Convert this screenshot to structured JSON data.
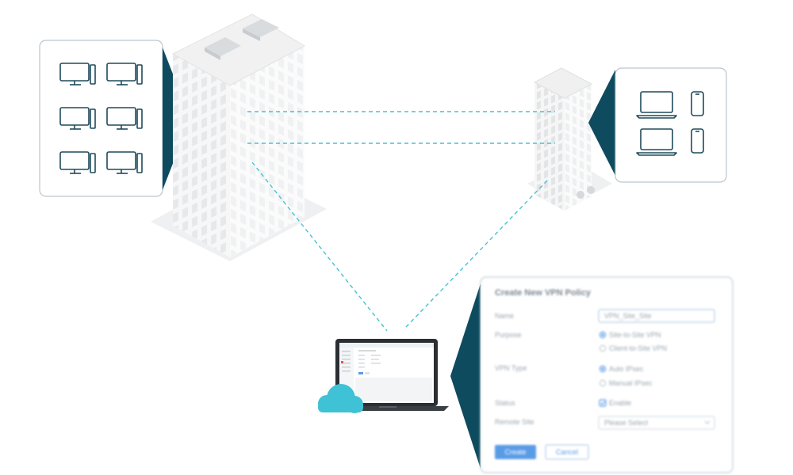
{
  "diagram": {
    "colors": {
      "accent_link": "#45c2d3",
      "callout_dark": "#0e4b5f",
      "cloud": "#3fc1d6",
      "device_stroke": "#1f4a5c",
      "panel_border": "#b9c6ce"
    },
    "sites": [
      {
        "id": "headquarters",
        "building": "tall-office-building",
        "devices": [
          "desktop-icon",
          "desktop-icon",
          "desktop-icon",
          "desktop-icon",
          "desktop-icon",
          "desktop-icon"
        ]
      },
      {
        "id": "branch-office",
        "building": "small-office-building",
        "devices": [
          "laptop-icon",
          "phone-icon",
          "laptop-icon",
          "phone-icon"
        ]
      }
    ],
    "links": [
      "site-to-site-tunnel-1",
      "site-to-site-tunnel-2",
      "hq-to-controller",
      "branch-to-controller"
    ],
    "controller": {
      "device": "laptop-icon",
      "cloud": "cloud-icon"
    }
  },
  "vpn_form": {
    "title": "Create New VPN Policy",
    "fields": {
      "name_label": "Name",
      "name_value": "VPN_Site_Site",
      "purpose_label": "Purpose",
      "purpose_option_1": "Site-to-Site VPN",
      "purpose_option_2": "Client-to-Site VPN",
      "vpn_type_label": "VPN Type",
      "vpn_type_option_1": "Auto IPsec",
      "vpn_type_option_2": "Manual IPsec",
      "status_label": "Status",
      "status_value": "Enable",
      "remote_site_label": "Remote Site",
      "remote_site_placeholder": "Please Select"
    },
    "create_label": "Create",
    "cancel_label": "Cancel"
  }
}
